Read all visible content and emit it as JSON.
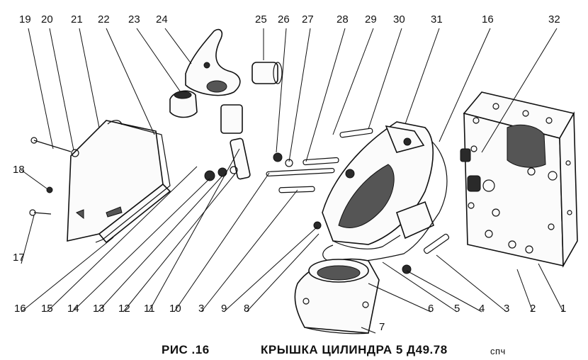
{
  "figure": {
    "label": "РИС .16",
    "title": "КРЫШКА ЦИЛИНДРА 5 Д49.78",
    "suffix": "спч"
  },
  "callouts": {
    "top": [
      "19",
      "20",
      "21",
      "22",
      "23",
      "24",
      "25",
      "26",
      "27",
      "28",
      "29",
      "30",
      "31",
      "16",
      "32"
    ],
    "bottom": [
      "16",
      "15",
      "14",
      "13",
      "12",
      "11",
      "10",
      "3",
      "9",
      "8",
      "6",
      "5",
      "4",
      "3",
      "2",
      "1"
    ],
    "left": [
      "18",
      "17"
    ],
    "center": "7"
  }
}
